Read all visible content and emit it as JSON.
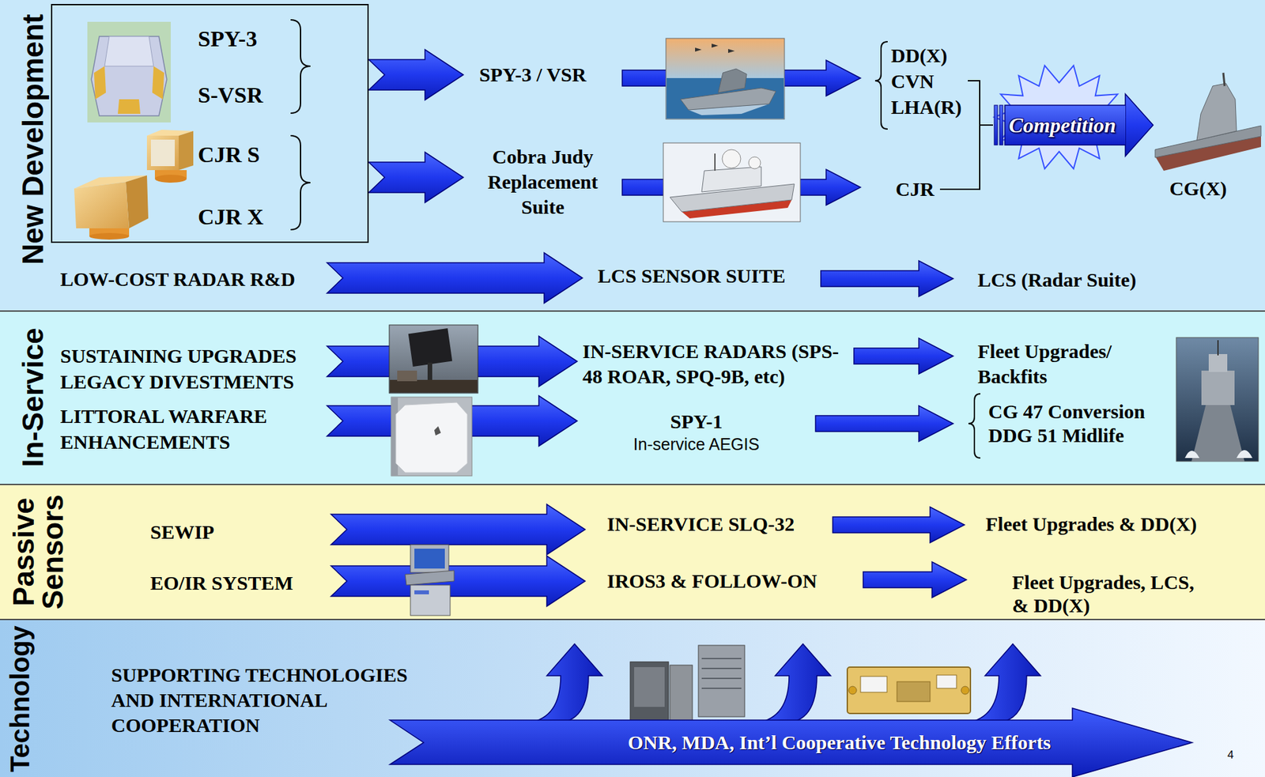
{
  "diagram": {
    "nodes": [
      {
        "text": [
          "New Development"
        ]
      },
      {
        "text": [
          "SPY-3",
          "S-VSR",
          "CJR S",
          "CJR X"
        ],
        "in": 0
      },
      {
        "text": [
          "SPY-3 / VSR"
        ],
        "in": 0
      },
      {
        "text": [
          "DD(X)",
          "CVN",
          "LHA(R)"
        ],
        "in": 0
      },
      {
        "text": [
          "Competition"
        ],
        "in": 0
      },
      {
        "text": [
          "CG(X)"
        ],
        "in": 0
      },
      {
        "text": [
          "Cobra Judy Replacement Suite"
        ],
        "in": 0
      },
      {
        "text": [
          "CJR"
        ],
        "in": 0
      },
      {
        "text": [
          "LOW-COST RADAR R&D"
        ],
        "in": 0
      },
      {
        "text": [
          "LCS SENSOR SUITE"
        ],
        "in": 0
      },
      {
        "text": [
          "LCS (Radar Suite)"
        ],
        "in": 0
      },
      {
        "text": [
          "In-Service"
        ]
      },
      {
        "text": [
          "SUSTAINING UPGRADES LEGACY DIVESTMENTS"
        ],
        "in": 11
      },
      {
        "text": [
          "IN-SERVICE RADARS (SPS-48 ROAR, SPQ-9B, etc)"
        ],
        "in": 11
      },
      {
        "text": [
          "Fleet Upgrades/ Backfits"
        ],
        "in": 11
      },
      {
        "text": [
          "LITTORAL WARFARE ENHANCEMENTS"
        ],
        "in": 11
      },
      {
        "text": [
          "SPY-1",
          "In-service AEGIS"
        ],
        "in": 11
      },
      {
        "text": [
          "CG 47 Conversion",
          "DDG 51 Midlife"
        ],
        "in": 11
      },
      {
        "text": [
          "Passive Sensors"
        ]
      },
      {
        "text": [
          "SEWIP"
        ],
        "in": 18
      },
      {
        "text": [
          "IN-SERVICE SLQ-32"
        ],
        "in": 18
      },
      {
        "text": [
          "Fleet Upgrades & DD(X)"
        ],
        "in": 18
      },
      {
        "text": [
          "EO/IR SYSTEM"
        ],
        "in": 18
      },
      {
        "text": [
          "IROS3 & FOLLOW-ON"
        ],
        "in": 18
      },
      {
        "text": [
          "Fleet Upgrades, LCS, & DD(X)"
        ],
        "in": 18
      },
      {
        "text": [
          "Technology"
        ]
      },
      {
        "text": [
          "SUPPORTING TECHNOLOGIES AND INTERNATIONAL COOPERATION"
        ],
        "in": 25
      },
      {
        "text": [
          "ONR, MDA, Int’l Cooperative Technology Efforts"
        ],
        "in": 25
      }
    ],
    "edges": [
      {
        "from": 1,
        "to": 2,
        "arrow": "to"
      },
      {
        "from": 2,
        "to": 3,
        "arrow": "to"
      },
      {
        "from": 3,
        "to": 4,
        "arrow": "none"
      },
      {
        "from": 7,
        "to": 4,
        "arrow": "none"
      },
      {
        "from": 4,
        "to": 5,
        "arrow": "to"
      },
      {
        "from": 1,
        "to": 6,
        "arrow": "to"
      },
      {
        "from": 6,
        "to": 7,
        "arrow": "to"
      },
      {
        "from": 8,
        "to": 9,
        "arrow": "to"
      },
      {
        "from": 9,
        "to": 10,
        "arrow": "to"
      },
      {
        "from": 12,
        "to": 13,
        "arrow": "to"
      },
      {
        "from": 13,
        "to": 14,
        "arrow": "to"
      },
      {
        "from": 15,
        "to": 16,
        "arrow": "to"
      },
      {
        "from": 16,
        "to": 17,
        "arrow": "to"
      },
      {
        "from": 19,
        "to": 20,
        "arrow": "to"
      },
      {
        "from": 20,
        "to": 21,
        "arrow": "to"
      },
      {
        "from": 22,
        "to": 23,
        "arrow": "to"
      },
      {
        "from": 23,
        "to": 24,
        "arrow": "to"
      }
    ],
    "labels": [
      "4"
    ]
  }
}
